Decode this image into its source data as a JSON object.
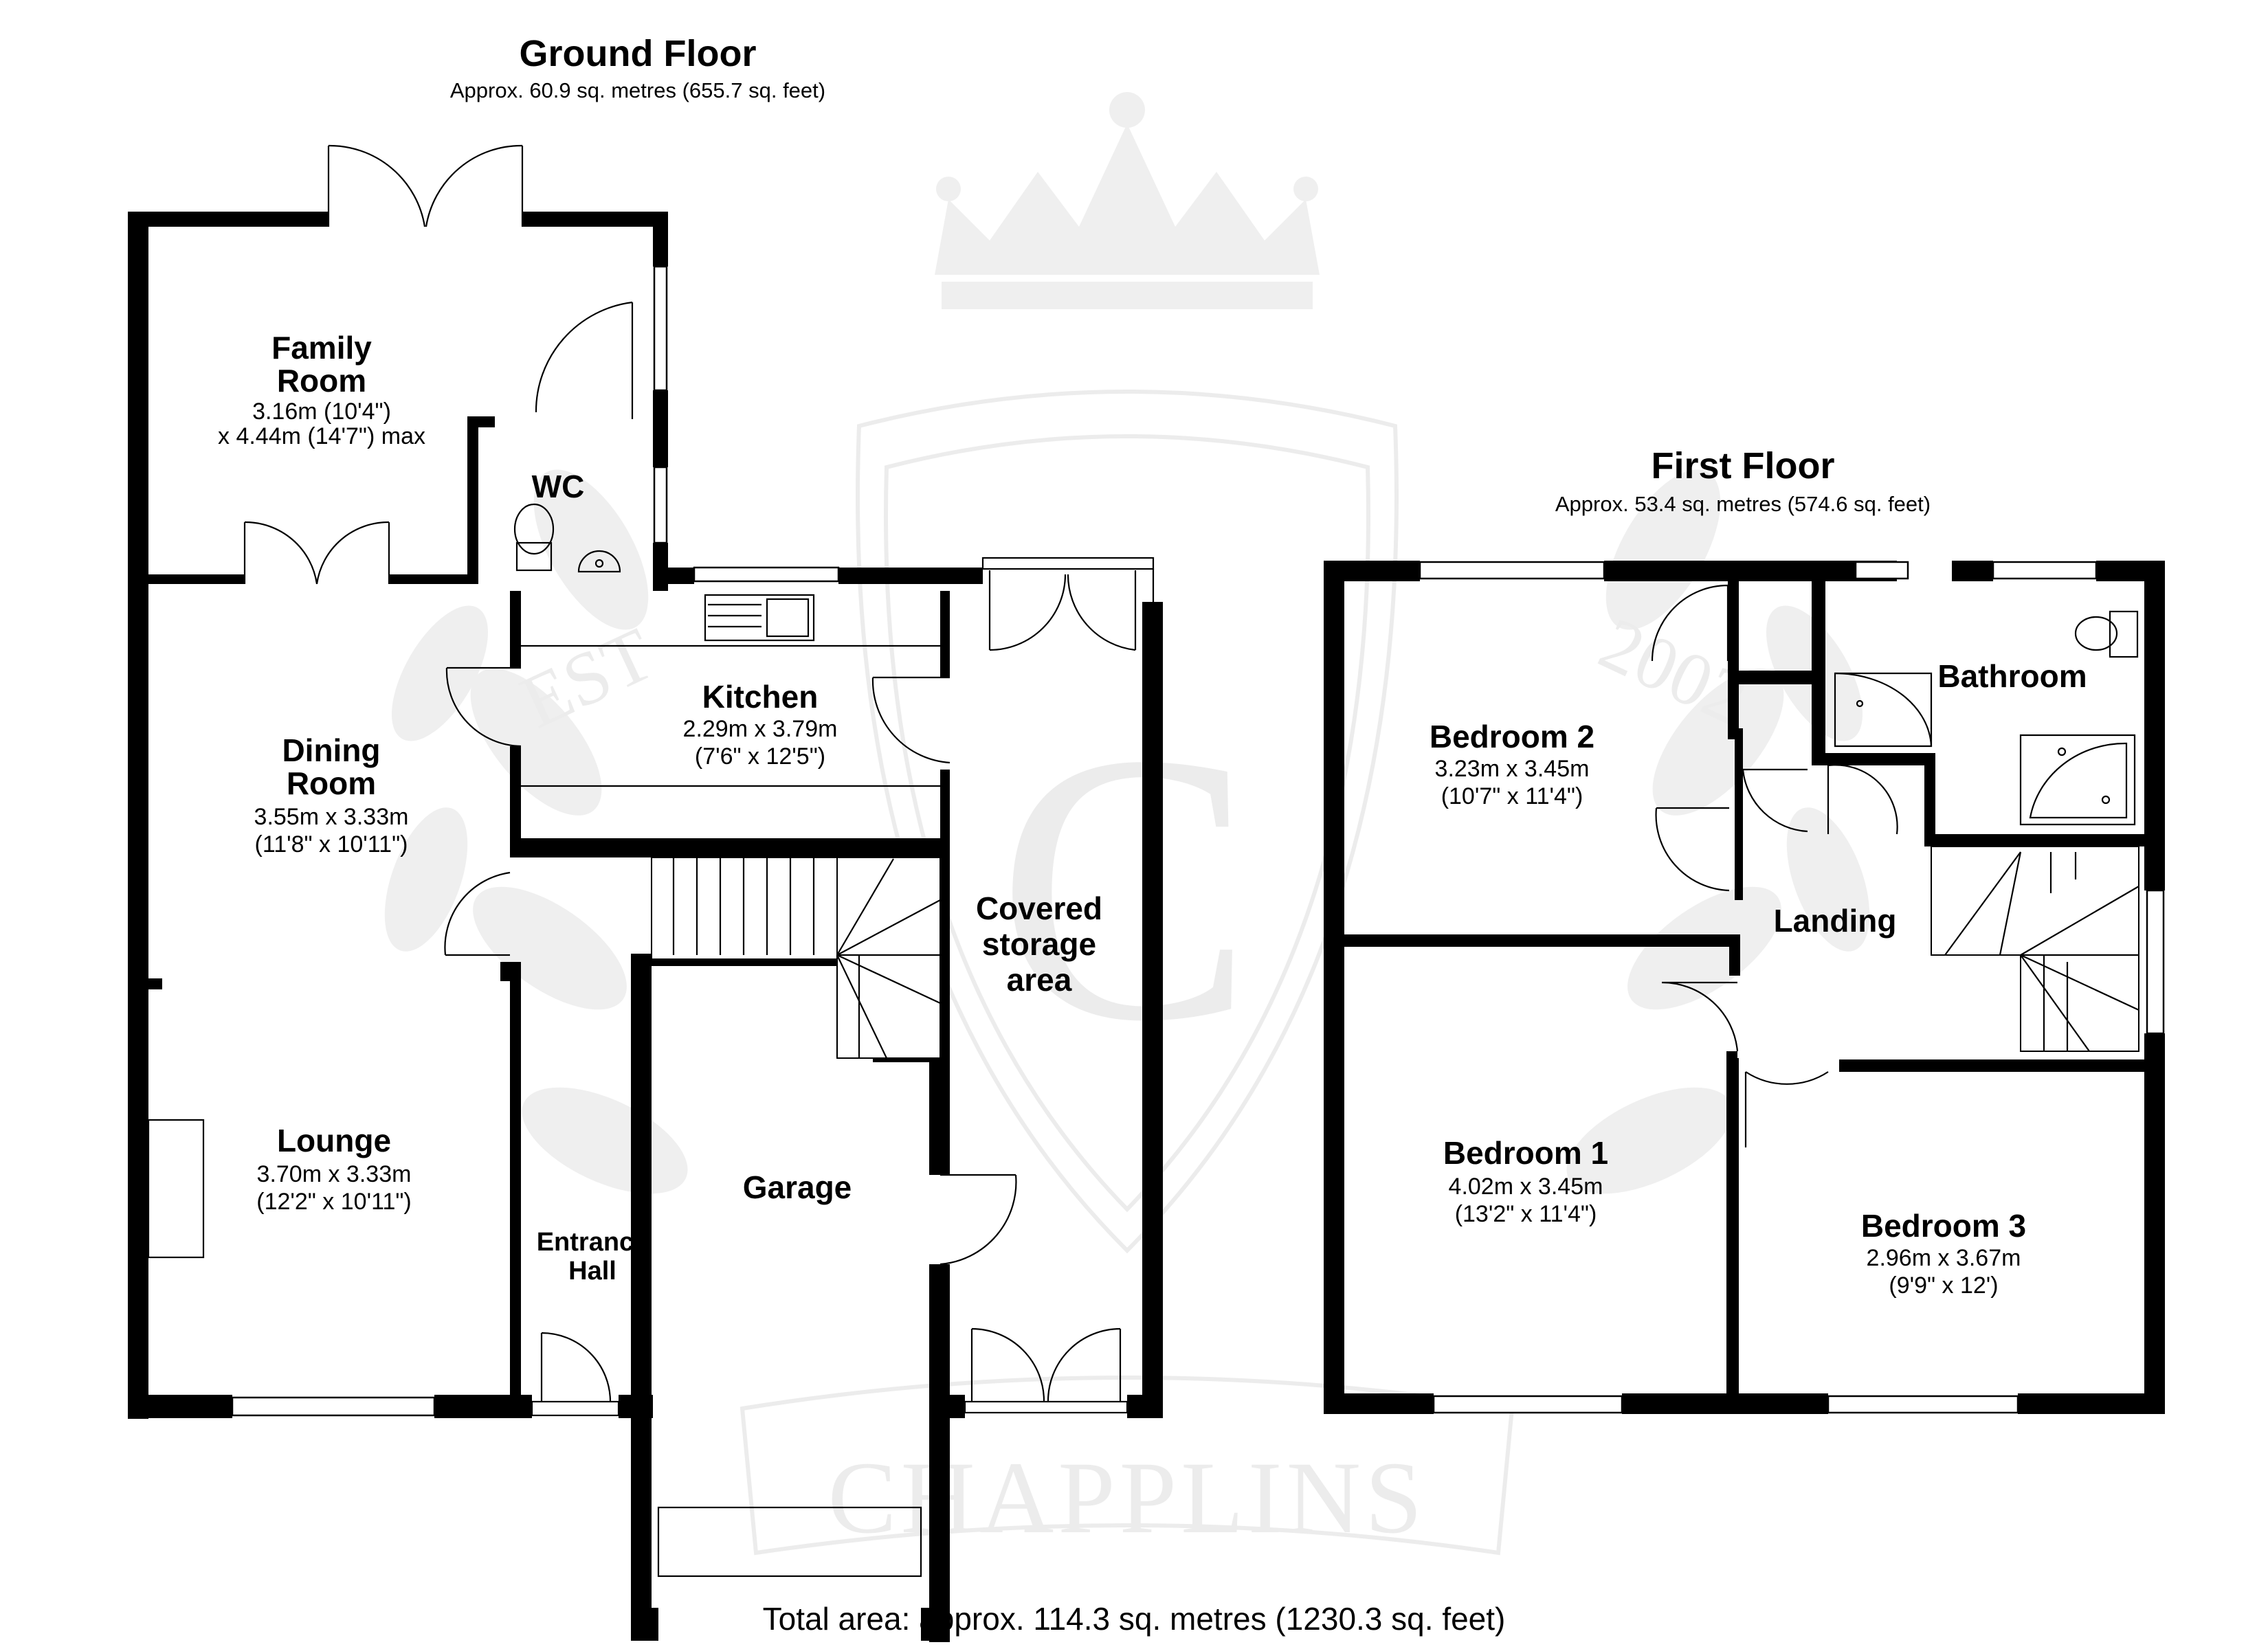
{
  "ground_floor": {
    "title": "Ground Floor",
    "area": "Approx. 60.9 sq. metres (655.7 sq. feet)",
    "rooms": {
      "family_room": {
        "name_1": "Family",
        "name_2": "Room",
        "dim_1": "3.16m (10'4\")",
        "dim_2": "x 4.44m (14'7\") max"
      },
      "wc": {
        "name": "WC"
      },
      "dining_room": {
        "name_1": "Dining",
        "name_2": "Room",
        "dim_1": "3.55m x 3.33m",
        "dim_2": "(11'8\" x 10'11\")"
      },
      "kitchen": {
        "name": "Kitchen",
        "dim_1": "2.29m x 3.79m",
        "dim_2": "(7'6\" x 12'5\")"
      },
      "covered_storage": {
        "name_1": "Covered",
        "name_2": "storage",
        "name_3": "area"
      },
      "lounge": {
        "name": "Lounge",
        "dim_1": "3.70m x 3.33m",
        "dim_2": "(12'2\" x 10'11\")"
      },
      "entrance_hall": {
        "name_1": "Entrance",
        "name_2": "Hall"
      },
      "garage": {
        "name": "Garage"
      }
    }
  },
  "first_floor": {
    "title": "First Floor",
    "area": "Approx. 53.4 sq. metres (574.6 sq. feet)",
    "rooms": {
      "bedroom_2": {
        "name": "Bedroom 2",
        "dim_1": "3.23m x 3.45m",
        "dim_2": "(10'7\" x 11'4\")"
      },
      "bathroom": {
        "name": "Bathroom"
      },
      "landing": {
        "name": "Landing"
      },
      "bedroom_1": {
        "name": "Bedroom 1",
        "dim_1": "4.02m x 3.45m",
        "dim_2": "(13'2\" x 11'4\")"
      },
      "bedroom_3": {
        "name": "Bedroom 3",
        "dim_1": "2.96m x 3.67m",
        "dim_2": "(9'9\" x 12')"
      }
    }
  },
  "total_area": "Total area: approx. 114.3 sq. metres (1230.3 sq. feet)",
  "watermark": {
    "brand": "CHAPPLINS",
    "est": "EST",
    "year": "2002",
    "monogram": "C"
  },
  "colors": {
    "walls": "#000000",
    "watermark": "#ececec",
    "background": "#ffffff"
  }
}
